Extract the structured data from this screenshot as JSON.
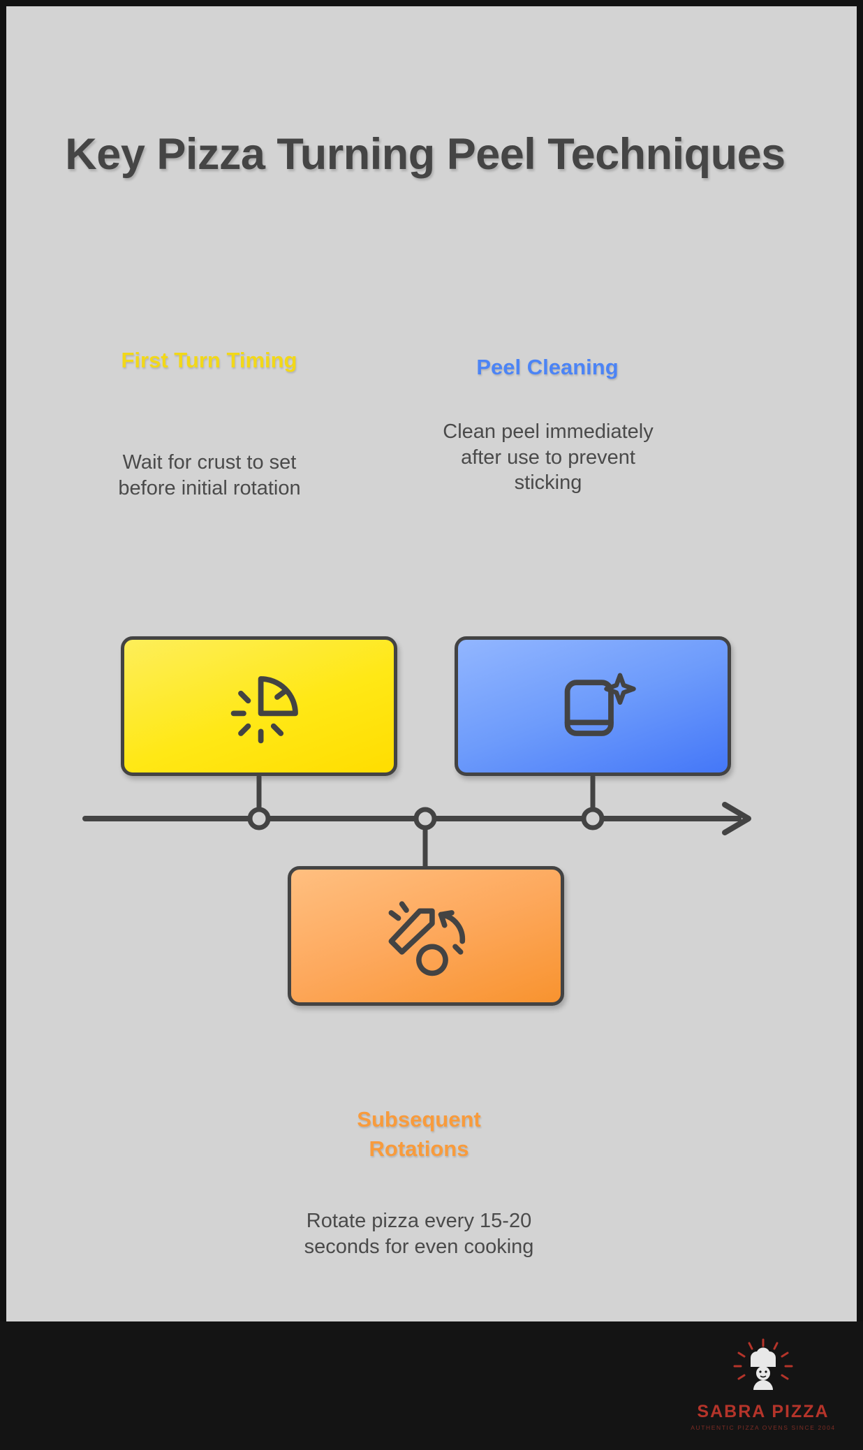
{
  "poster": {
    "background_color": "#d3d3d3",
    "frame_color": "#111111",
    "title": "Key Pizza Turning Peel Techniques",
    "title_color": "#454545"
  },
  "techniques": [
    {
      "id": "first-turn-timing",
      "label": "First Turn Timing",
      "description": "Wait for crust to set before initial rotation",
      "color": "#f2d818",
      "card_gradient_from": "#fdee5a",
      "card_gradient_to": "#ffdd00",
      "icon": "pizza-slice-timer-icon",
      "position": "above-timeline-left"
    },
    {
      "id": "peel-cleaning",
      "label": "Peel Cleaning",
      "description": "Clean peel immediately after use to prevent sticking",
      "color": "#4c84f5",
      "card_gradient_from": "#92b6ff",
      "card_gradient_to": "#4477f8",
      "icon": "peel-sparkle-clean-icon",
      "position": "above-timeline-right"
    },
    {
      "id": "subsequent-rotations",
      "label": "Subsequent Rotations",
      "description": "Rotate pizza every 15-20 seconds for even cooking",
      "color": "#f89b3c",
      "card_gradient_from": "#ffbf80",
      "card_gradient_to": "#f8932f",
      "icon": "peel-rotate-arrow-icon",
      "position": "below-timeline-center"
    }
  ],
  "timeline": {
    "line_color": "#434343",
    "node_count": 3,
    "arrow_direction": "right",
    "nodes": [
      {
        "id": "node-1",
        "connects_to": "first-turn-timing",
        "branch": "up"
      },
      {
        "id": "node-2",
        "connects_to": "subsequent-rotations",
        "branch": "down"
      },
      {
        "id": "node-3",
        "connects_to": "peel-cleaning",
        "branch": "up"
      }
    ]
  },
  "footer": {
    "background_color": "#141414",
    "brand_name": "SABRA PIZZA",
    "brand_tagline": "AUTHENTIC PIZZA OVENS SINCE 2004",
    "brand_color": "#b5342a",
    "logo_icon": "pizza-chef-logo-icon"
  }
}
